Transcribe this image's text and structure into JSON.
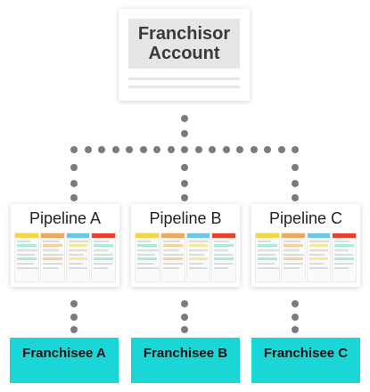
{
  "root": {
    "title": "Franchisor Account"
  },
  "pipelines": [
    {
      "title": "Pipeline A"
    },
    {
      "title": "Pipeline B"
    },
    {
      "title": "Pipeline C"
    }
  ],
  "franchisees": [
    {
      "label": "Franchisee A"
    },
    {
      "label": "Franchisee B"
    },
    {
      "label": "Franchisee C"
    }
  ],
  "colors": {
    "franchisee_bg": "#1ad6d6",
    "connector": "#7b7b7b",
    "board_columns": [
      "#f2d74a",
      "#f0a861",
      "#6cc7e6",
      "#e8402f"
    ],
    "board_tags": [
      "#f7e79a",
      "#a7ecd7",
      "#f8cf9b"
    ]
  }
}
